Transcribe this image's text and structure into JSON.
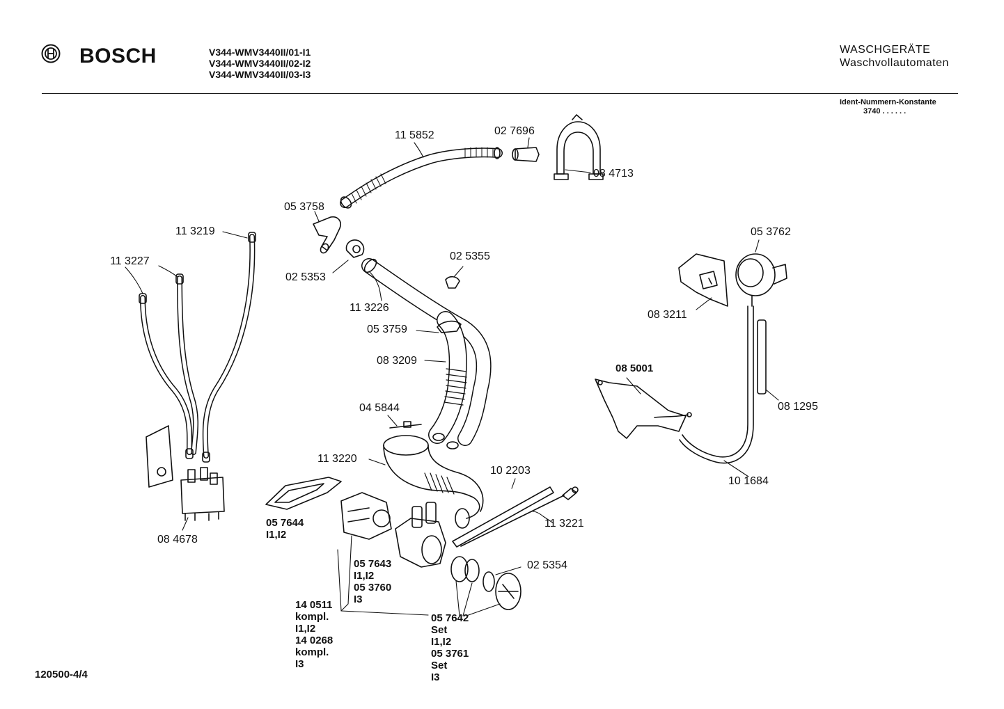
{
  "header": {
    "brand": "BOSCH",
    "models": [
      "V344-WMV3440II/01-I1",
      "V344-WMV3440II/02-I2",
      "V344-WMV3440II/03-I3"
    ],
    "category": "WASCHGERÄTE",
    "subcategory": "Waschvollautomaten",
    "ident_label": "Ident-Nummern-Konstante",
    "ident_value": "3740  . .   . . . ."
  },
  "footer": {
    "drawing_number": "120500-4/4"
  },
  "parts": {
    "p115852": "11 5852",
    "p027696": "02 7696",
    "p084713": "08 4713",
    "p053758": "05 3758",
    "p113219": "11 3219",
    "p113227": "11 3227",
    "p025353": "02 5353",
    "p025355": "02 5355",
    "p113226": "11 3226",
    "p053759": "05 3759",
    "p083209": "08 3209",
    "p045844": "04 5844",
    "p113220": "11 3220",
    "p102203": "10 2203",
    "p113221": "11 3221",
    "p025354": "02 5354",
    "p057644": [
      "05 7644",
      "I1,I2"
    ],
    "p084678": "08 4678",
    "p057643": [
      "05 7643",
      "I1,I2",
      "05 3760",
      "I3"
    ],
    "p140511": [
      "14 0511",
      "kompl.",
      "I1,I2",
      "14 0268",
      "kompl.",
      "I3"
    ],
    "p057642": [
      "05 7642",
      "Set",
      "I1,I2",
      "05 3761",
      "Set",
      "I3"
    ],
    "p053762": "05 3762",
    "p083211": "08 3211",
    "p085001": "08 5001",
    "p081295": "08 1295",
    "p101684": "10 1684"
  }
}
